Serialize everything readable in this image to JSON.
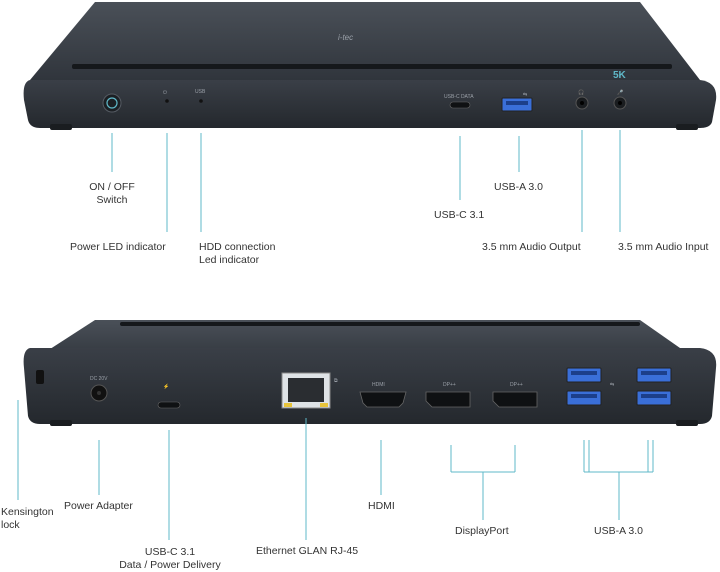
{
  "top": {
    "brand": "i-tec",
    "badge": "5K",
    "port_prints": {
      "usb_c_data": "USB-C DATA",
      "usb": "USB"
    },
    "labels": {
      "on_off_line1": "ON / OFF",
      "on_off_line2": "Switch",
      "power_led": "Power LED indicator",
      "hdd_line1": "HDD connection",
      "hdd_line2": "Led indicator",
      "usb_c": "USB-C 3.1",
      "usb_a": "USB-A 3.0",
      "audio_out": "3.5 mm Audio Output",
      "audio_in": "3.5 mm Audio Input"
    }
  },
  "bottom": {
    "port_prints": {
      "dc": "DC 20V",
      "hdmi": "HDMI",
      "dp1": "DP++",
      "dp2": "DP++"
    },
    "labels": {
      "kensington_line1": "Kensington",
      "kensington_line2": "lock",
      "power_adapter": "Power Adapter",
      "usbc_line1": "USB-C 3.1",
      "usbc_line2": "Data / Power Delivery",
      "ethernet": "Ethernet GLAN RJ-45",
      "hdmi": "HDMI",
      "displayport": "DisplayPort",
      "usb_a": "USB-A 3.0"
    }
  },
  "colors": {
    "accent": "#5fb8c8",
    "device_dark": "#2e3238",
    "device_mid": "#3a3f47",
    "port_blue": "#3a6fd8"
  }
}
